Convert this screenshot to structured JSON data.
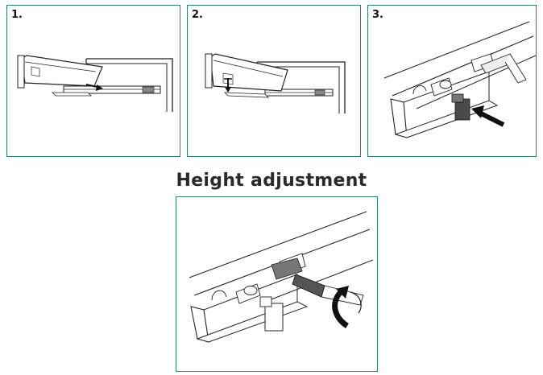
{
  "steps": [
    {
      "label": "1."
    },
    {
      "label": "2."
    },
    {
      "label": "3."
    }
  ],
  "height_adjustment": {
    "title": "Height adjustment"
  },
  "colors": {
    "frame": "#2f7d78",
    "line": "#222222",
    "dark_part": "#555555",
    "arrow": "#1a1a1a"
  }
}
